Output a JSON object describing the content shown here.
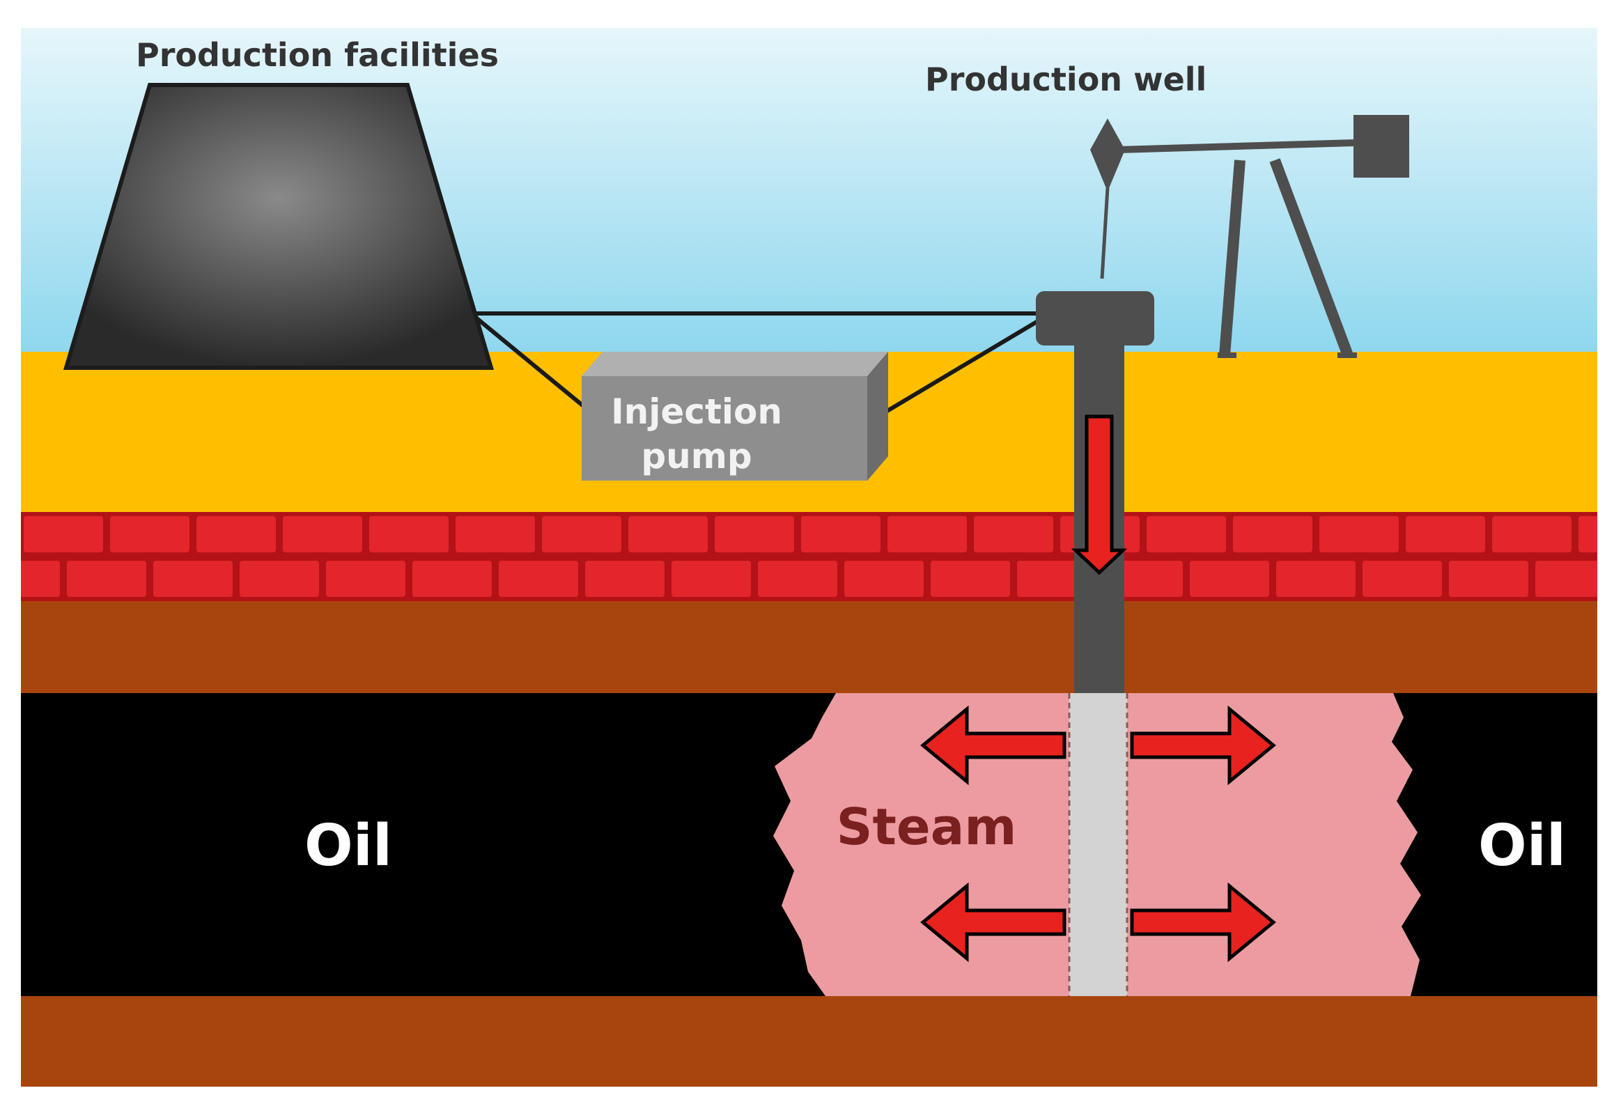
{
  "labels": {
    "production_facilities": "Production facilities",
    "production_well": "Production well",
    "injection_pump_line1": "Injection",
    "injection_pump_line2": "pump",
    "steam": "Steam",
    "oil_left": "Oil",
    "oil_right": "Oil"
  },
  "colors": {
    "sky_top": "#e6f6fb",
    "sky_bottom": "#8fd7ee",
    "sand": "#ffbf00",
    "brick": "#e3262b",
    "brick_mortar": "#b31217",
    "soil": "#a8450f",
    "oil": "#000000",
    "steam": "#ec9ca0",
    "steam_text": "#7a2020",
    "well": "#4e4e4e",
    "arrow": "#e8231f",
    "pump_box": "#8e8e8e",
    "pump_text": "#f2f2f2",
    "label_text": "#333333"
  },
  "icons": {
    "pumpjack": "pumpjack-icon",
    "facility": "production-facility-icon"
  }
}
